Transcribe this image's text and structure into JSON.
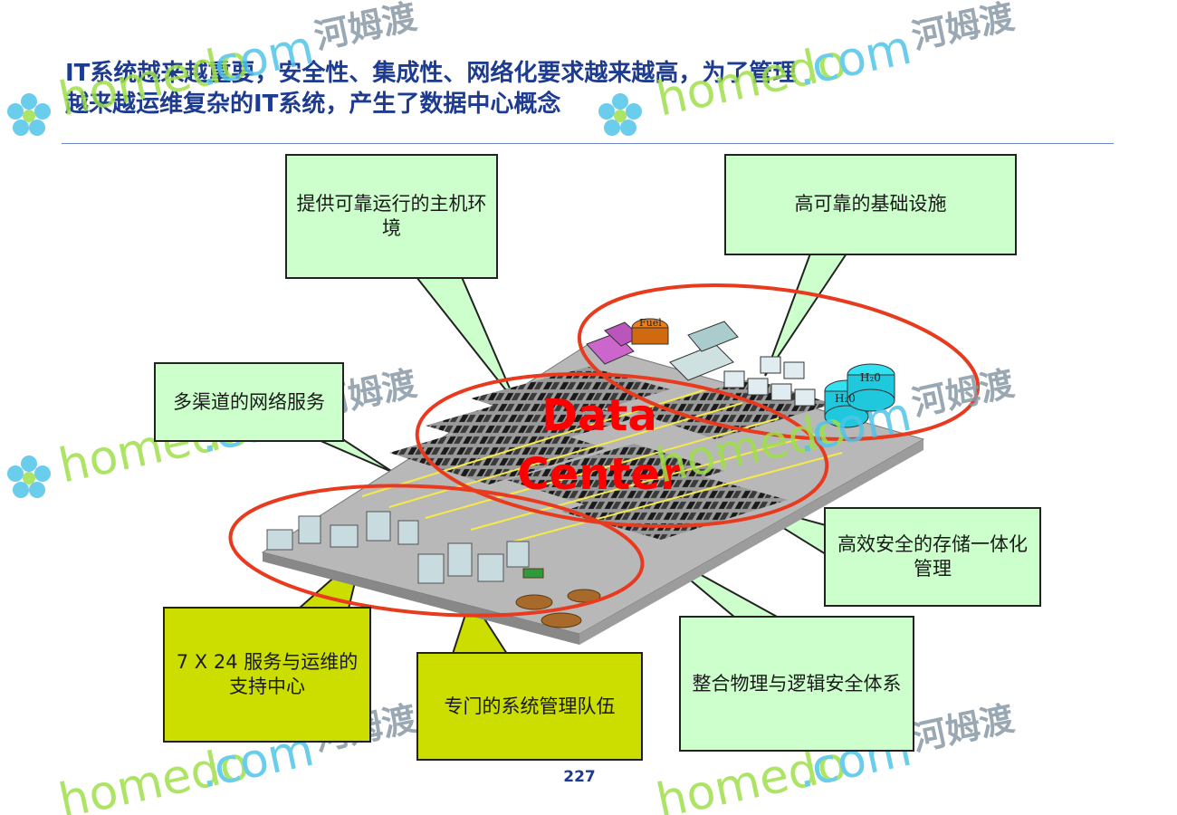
{
  "slide": {
    "title_lines": [
      "IT系统越来越重要，安全性、集成性、网络化要求越来越高，为了管理",
      "越来越运维复杂的IT系统，产生了数据中心概念"
    ],
    "page_number": "227"
  },
  "diagram": {
    "center_label": [
      "Data",
      "Center"
    ],
    "equipment_labels": {
      "fuel": "Fuel",
      "water_tank_1": "H₂0",
      "water_tank_2": "H₂0"
    },
    "callouts": {
      "host_env": "提供可靠运行的主机环境",
      "infra": "高可靠的基础设施",
      "network": "多渠道的网络服务",
      "storage": "高效安全的存储一体化管理",
      "support": "7 X 24 服务与运维的支持中心",
      "team": "专门的系统管理队伍",
      "security": "整合物理与逻辑安全体系"
    },
    "colors": {
      "callout_light": "#ccffcc",
      "callout_olive": "#ccdd00",
      "ellipse_stroke": "#e83a1e",
      "center_text": "#ff0000",
      "title_text": "#1d3b8f"
    }
  },
  "watermark": {
    "brand": "homedo",
    "domain": ".com",
    "cn": "河姆渡"
  }
}
